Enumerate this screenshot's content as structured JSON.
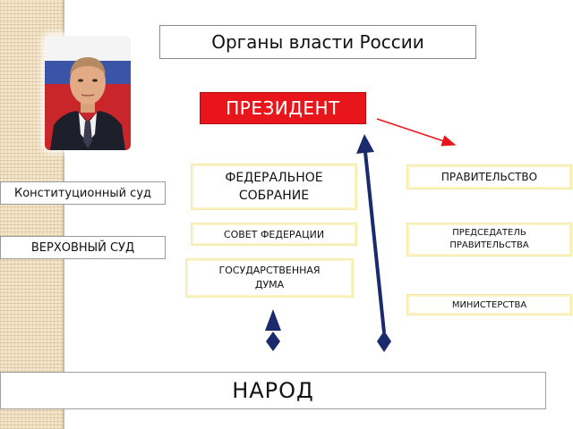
{
  "title": "Органы власти России",
  "president": "ПРЕЗИДЕНТ",
  "legislative": {
    "federal_assembly": "ФЕДЕРАЛЬНОЕ СОБРАНИЕ",
    "federation_council": "СОВЕТ ФЕДЕРАЦИИ",
    "state_duma": "ГОСУДАРСТВЕННАЯ ДУМА"
  },
  "executive": {
    "government": "ПРАВИТЕЛЬСТВО",
    "chairman": "ПРЕДСЕДАТЕЛЬ ПРАВИТЕЛЬСТВА",
    "ministries": "МИНИСТЕРСТВА"
  },
  "judicial": {
    "constitutional_court": "Конституционный суд",
    "supreme_court": "ВЕРХОВНЫЙ СУД"
  },
  "people": "НАРОД",
  "colors": {
    "president_fill": "#e8161b",
    "arrow_navy": "#1a2a6c",
    "arrow_red": "#e8161b",
    "sidebar": "#f3e6cc"
  },
  "icons": {
    "portrait": "president-portrait-icon",
    "flag": "russian-flag-icon"
  }
}
